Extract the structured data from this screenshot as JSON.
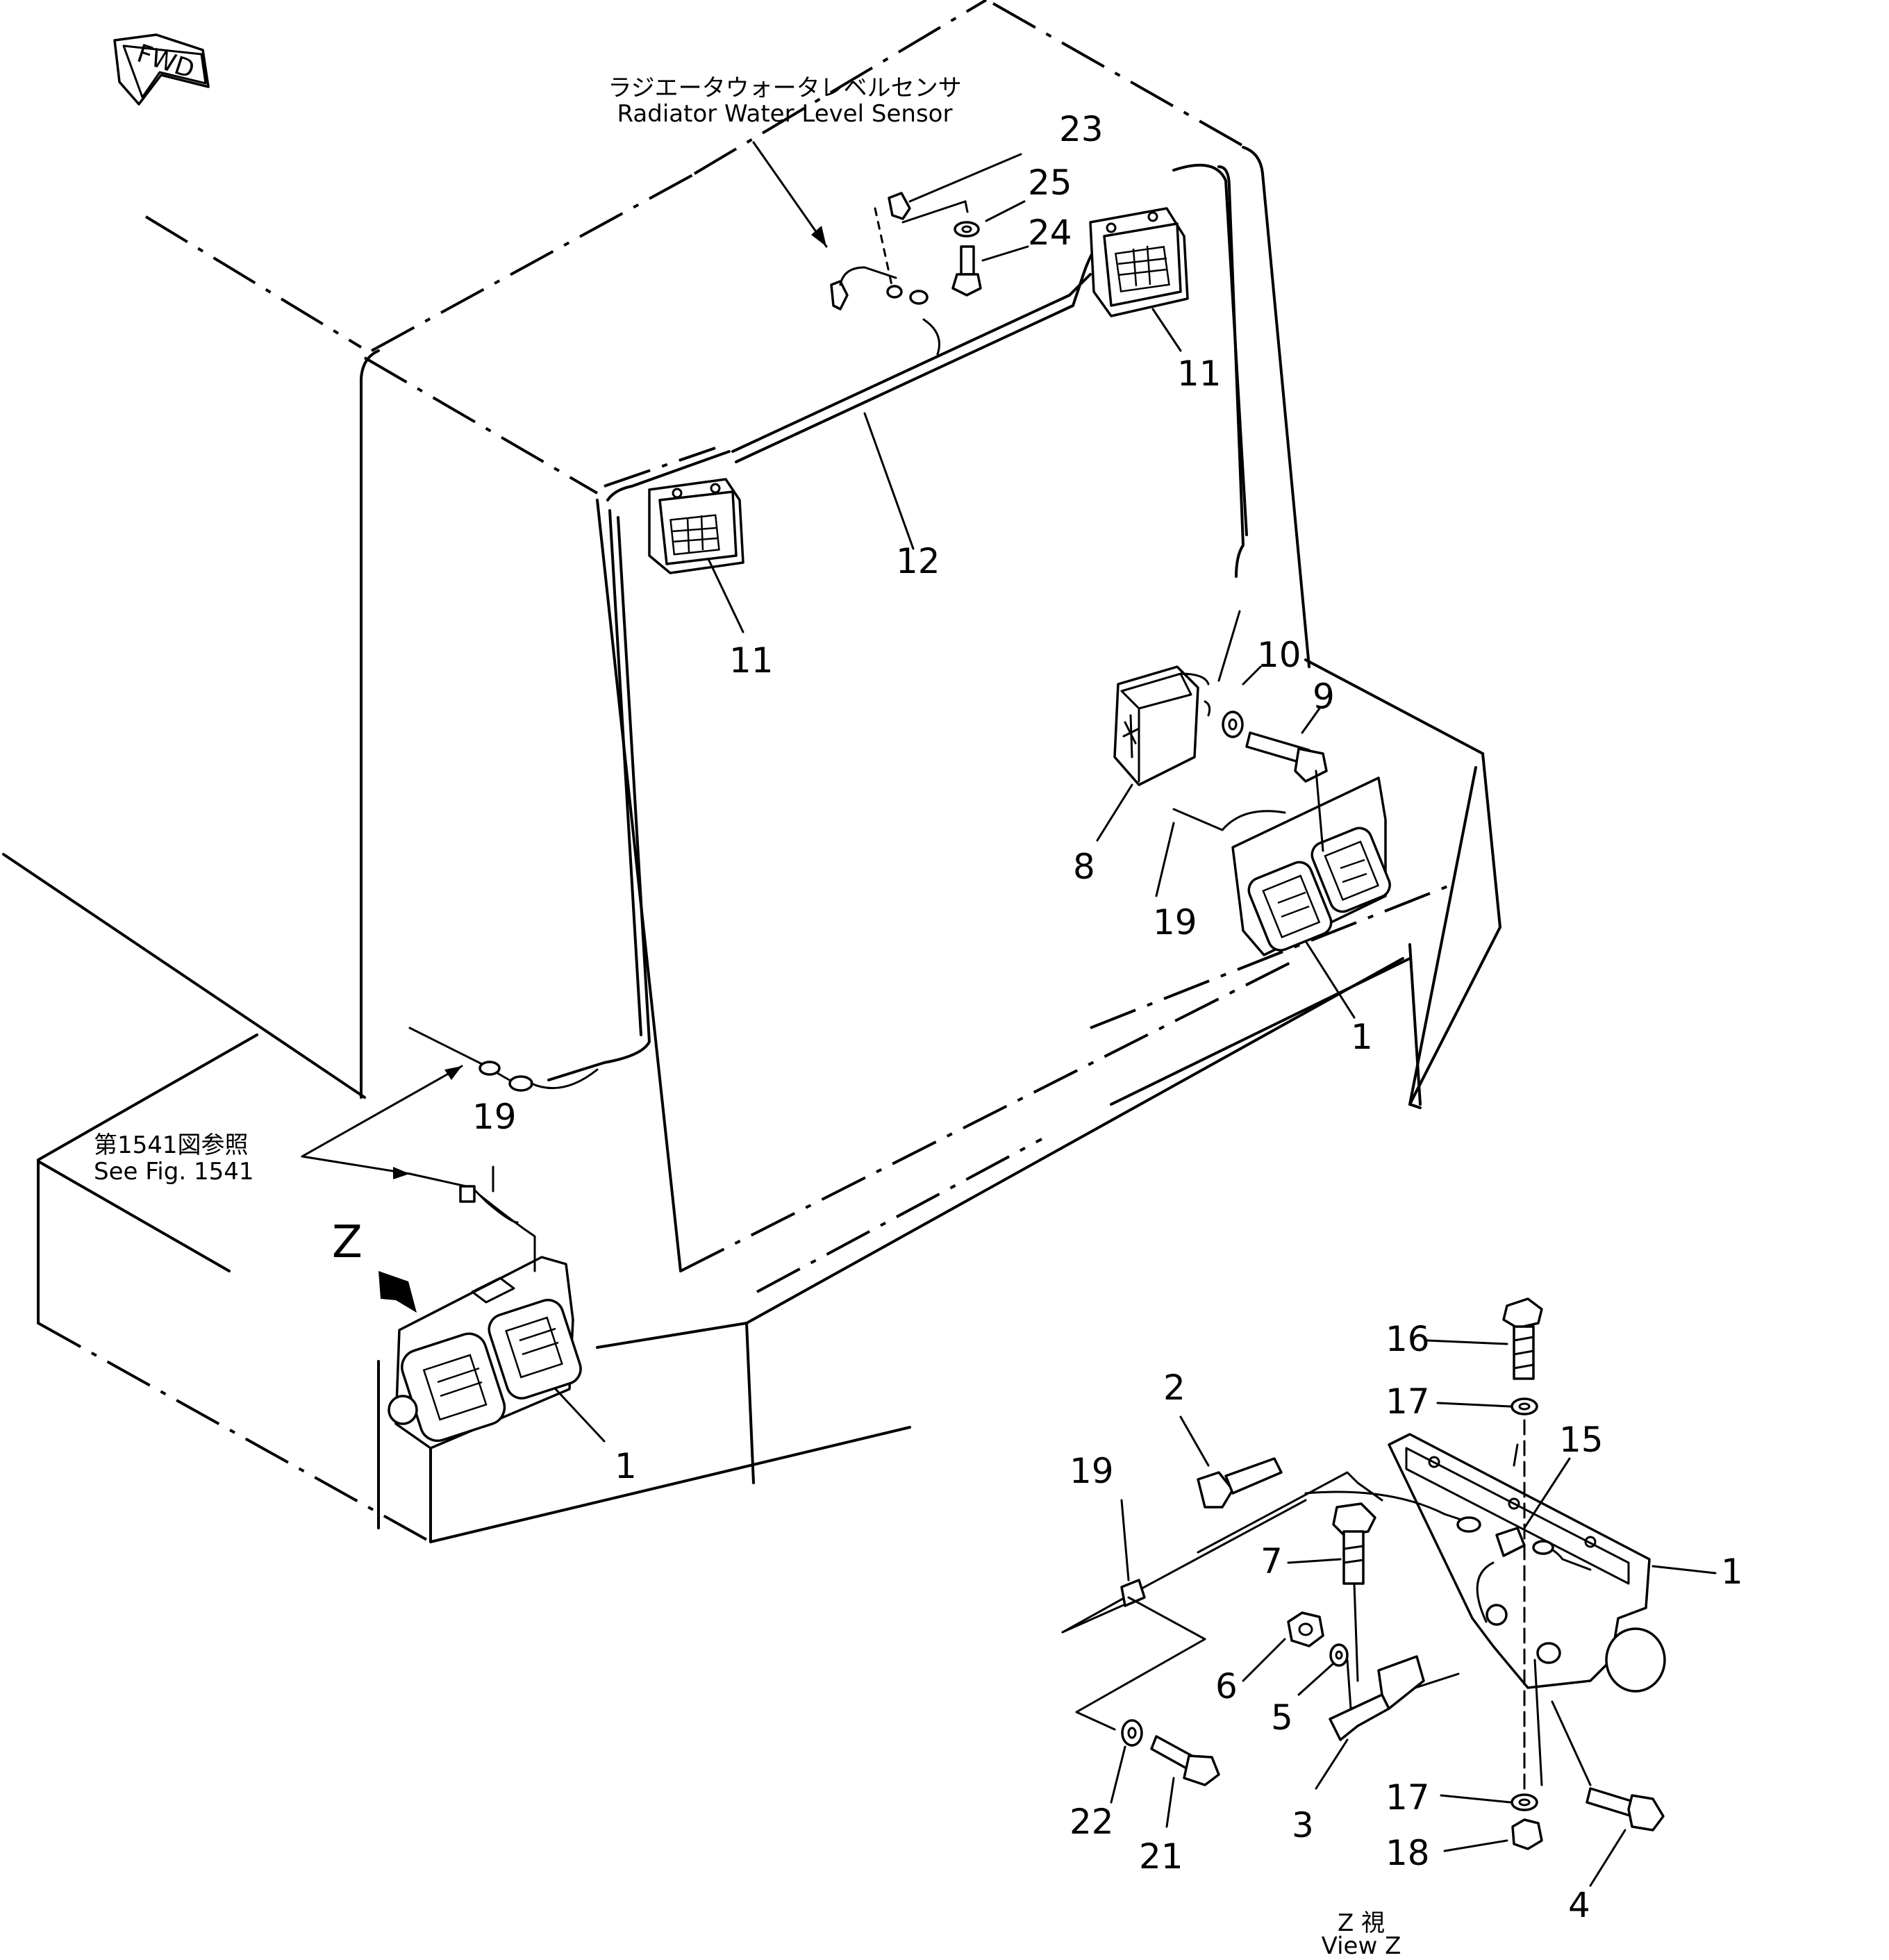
{
  "fwd_label": "FWD",
  "callouts": {
    "sensor_jp": "ラジエータウォータレベルセンサ",
    "sensor_en": "Radiator Water Level Sensor",
    "seefig_jp": "第1541図参照",
    "seefig_en": "See Fig. 1541",
    "view_letter": "Z",
    "view_jp": "Z 視",
    "view_en": "View Z"
  },
  "part_numbers": {
    "p1": "1",
    "p2": "2",
    "p3": "3",
    "p4": "4",
    "p5": "5",
    "p6": "6",
    "p7": "7",
    "p8": "8",
    "p9": "9",
    "p10": "10",
    "p11": "11",
    "p12": "12",
    "p15": "15",
    "p16": "16",
    "p17": "17",
    "p18": "18",
    "p19": "19",
    "p21": "21",
    "p22": "22",
    "p23": "23",
    "p24": "24",
    "p25": "25"
  }
}
